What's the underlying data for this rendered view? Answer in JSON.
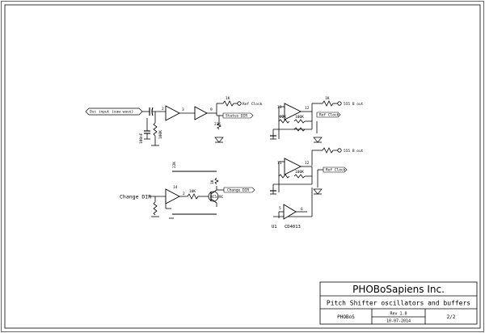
{
  "schematic": {
    "labels": {
      "osc_input": "Osc input (saw wave)",
      "change_dir": "Change DIR",
      "ref_clock": "Ref Clock",
      "n_555_a": "555 B out",
      "n_555_b": "555 B out",
      "status": "Status DIR",
      "u1": "U1",
      "ic_part": "CD4013",
      "transistor": "BC549C",
      "r_1k_a": "1K",
      "r_1k_b": "1K",
      "r_10k": "10K",
      "r_22k_a": "22K",
      "r_22k_b": "22K",
      "r_100k": "100K",
      "c_100n": "100nF",
      "pin_2": "2",
      "pin_3": "3",
      "pin_5": "5",
      "pin_6": "6",
      "pin_9": "9",
      "pin_11": "11",
      "pin_12": "12",
      "pin_13": "13",
      "pin_14": "14"
    }
  },
  "title_block": {
    "company": "PHOBoSapiens Inc.",
    "title": "Pitch Shifter oscillators and buffers",
    "doc_id": "PHOBoS",
    "rev": "Rev 1.0",
    "date": "10-07-2014",
    "sheet": "2/2"
  }
}
